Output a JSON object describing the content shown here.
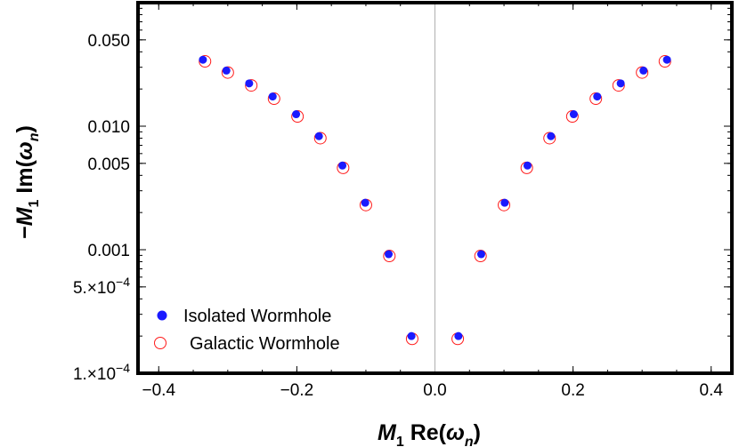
{
  "chart_data": {
    "type": "scatter",
    "title": "",
    "xlim": [
      -0.43,
      0.43
    ],
    "ylim": [
      0.0001,
      0.1
    ],
    "y_scale": "log",
    "grid": false,
    "legend_placement": "bottom-left",
    "xticks": [
      {
        "value": -0.4,
        "label": "−0.4"
      },
      {
        "value": -0.2,
        "label": "−0.2"
      },
      {
        "value": 0.0,
        "label": "0.0"
      },
      {
        "value": 0.2,
        "label": "0.2"
      },
      {
        "value": 0.4,
        "label": "0.4"
      }
    ],
    "yticks": [
      {
        "value": 0.05,
        "label": "0.050"
      },
      {
        "value": 0.01,
        "label": "0.010"
      },
      {
        "value": 0.005,
        "label": "0.005"
      },
      {
        "value": 0.001,
        "label": "0.001"
      },
      {
        "value": 0.0005,
        "label": "5.×10",
        "sup": "−4"
      },
      {
        "value": 0.0001,
        "label": "1.×10",
        "sup": "−4"
      }
    ],
    "xlabel": {
      "M": "M",
      "sub": "1",
      "fn": " Re(",
      "omega": "ω",
      "omega_sub": "n",
      "close": ")"
    },
    "ylabel": {
      "minus": "−",
      "M": "M",
      "sub": "1",
      "fn": " Im(",
      "omega": "ω",
      "omega_sub": "n",
      "close": ")"
    },
    "series": [
      {
        "name": "Isolated Wormhole",
        "marker": "filled-circle",
        "color": "#1a1aff",
        "points": [
          {
            "x": -0.336,
            "y": 0.0345
          },
          {
            "x": -0.302,
            "y": 0.0282
          },
          {
            "x": -0.269,
            "y": 0.0222
          },
          {
            "x": -0.235,
            "y": 0.0174
          },
          {
            "x": -0.201,
            "y": 0.0125
          },
          {
            "x": -0.168,
            "y": 0.0083
          },
          {
            "x": -0.134,
            "y": 0.0048
          },
          {
            "x": -0.101,
            "y": 0.0024
          },
          {
            "x": -0.067,
            "y": 0.00092
          },
          {
            "x": -0.034,
            "y": 0.0002
          },
          {
            "x": 0.034,
            "y": 0.0002
          },
          {
            "x": 0.067,
            "y": 0.00092
          },
          {
            "x": 0.101,
            "y": 0.0024
          },
          {
            "x": 0.134,
            "y": 0.0048
          },
          {
            "x": 0.168,
            "y": 0.0083
          },
          {
            "x": 0.201,
            "y": 0.0125
          },
          {
            "x": 0.235,
            "y": 0.0174
          },
          {
            "x": 0.269,
            "y": 0.0222
          },
          {
            "x": 0.302,
            "y": 0.0282
          },
          {
            "x": 0.336,
            "y": 0.0345
          }
        ]
      },
      {
        "name": "Galactic Wormhole",
        "marker": "open-circle",
        "color": "#ff1a1a",
        "points": [
          {
            "x": -0.333,
            "y": 0.0335
          },
          {
            "x": -0.3,
            "y": 0.0272
          },
          {
            "x": -0.266,
            "y": 0.0214
          },
          {
            "x": -0.233,
            "y": 0.0167
          },
          {
            "x": -0.199,
            "y": 0.012
          },
          {
            "x": -0.166,
            "y": 0.008
          },
          {
            "x": -0.133,
            "y": 0.0046
          },
          {
            "x": -0.1,
            "y": 0.0023
          },
          {
            "x": -0.066,
            "y": 0.00089
          },
          {
            "x": -0.033,
            "y": 0.00019
          },
          {
            "x": 0.033,
            "y": 0.00019
          },
          {
            "x": 0.066,
            "y": 0.00089
          },
          {
            "x": 0.1,
            "y": 0.0023
          },
          {
            "x": 0.133,
            "y": 0.0046
          },
          {
            "x": 0.166,
            "y": 0.008
          },
          {
            "x": 0.199,
            "y": 0.012
          },
          {
            "x": 0.233,
            "y": 0.0167
          },
          {
            "x": 0.266,
            "y": 0.0214
          },
          {
            "x": 0.3,
            "y": 0.0272
          },
          {
            "x": 0.333,
            "y": 0.0335
          }
        ]
      }
    ]
  }
}
